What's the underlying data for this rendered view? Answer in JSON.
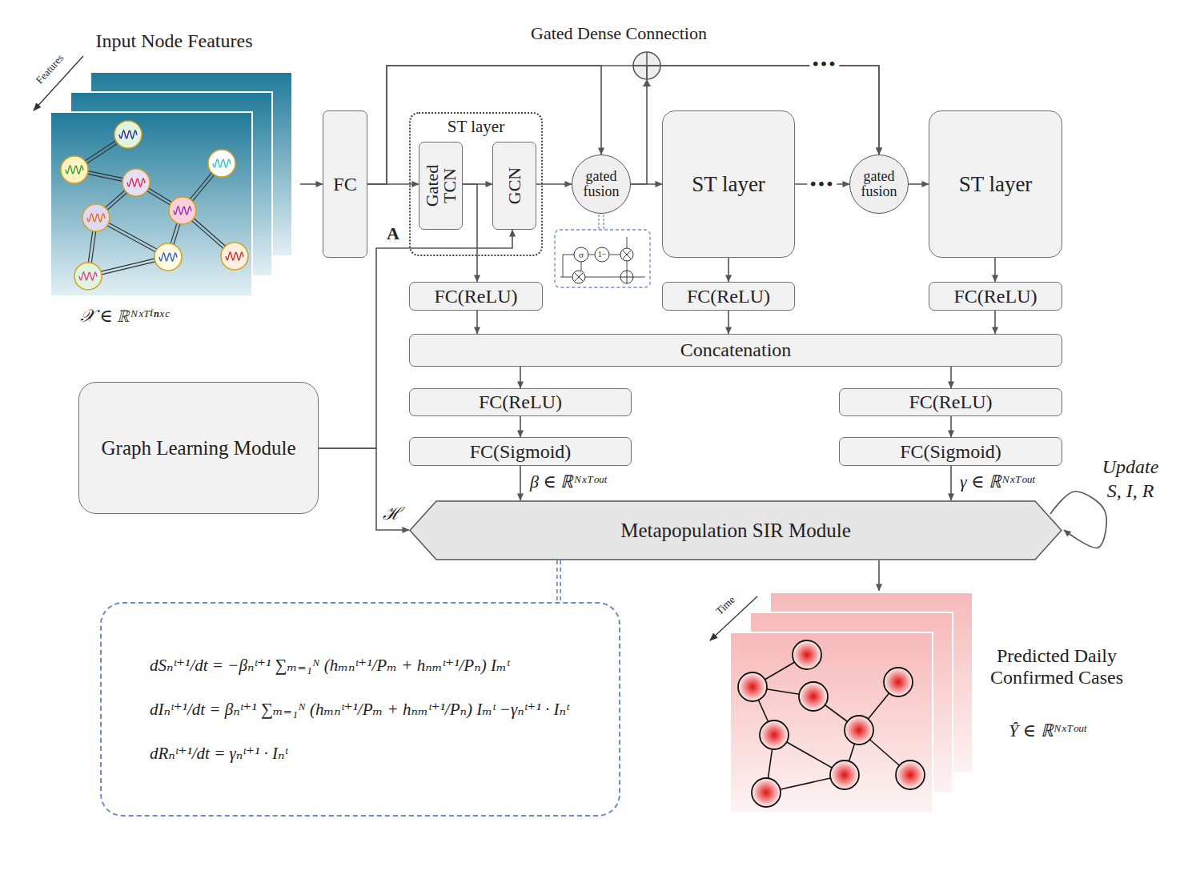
{
  "diagram": {
    "nodes": [
      {
        "text": [
          "Input Node Features",
          "𝒳 ∈ ℝᴺˣᵀⁱⁿˣᶜ"
        ]
      },
      {
        "text": [
          "FC"
        ]
      },
      {
        "text": [
          "ST layer"
        ]
      },
      {
        "text": [
          "Gated TCN"
        ],
        "in": 2
      },
      {
        "text": [
          "GCN"
        ],
        "in": 2
      },
      {
        "text": [
          "gated fusion"
        ]
      },
      {
        "text": [
          "ST layer"
        ]
      },
      {
        "text": [
          "gated fusion"
        ]
      },
      {
        "text": [
          "ST layer"
        ]
      },
      {
        "text": [
          "FC(ReLU)"
        ]
      },
      {
        "text": [
          "FC(ReLU)"
        ]
      },
      {
        "text": [
          "FC(ReLU)"
        ]
      },
      {
        "text": [
          "Concatenation"
        ]
      },
      {
        "text": [
          "FC(ReLU)"
        ]
      },
      {
        "text": [
          "FC(Sigmoid)"
        ]
      },
      {
        "text": [
          "FC(ReLU)"
        ]
      },
      {
        "text": [
          "FC(Sigmoid)"
        ]
      },
      {
        "text": [
          "Graph Learning Module"
        ]
      },
      {
        "text": [
          "Metapopulation SIR Module"
        ]
      },
      {
        "text": [
          "dSₙᵗ⁺¹/dt = −βₙᵗ⁺¹ ∑ₘ₌₁ᴺ (hₘₙᵗ⁺¹/Pₘ + hₙₘᵗ⁺¹/Pₙ) Iₘᵗ",
          "dIₙᵗ⁺¹/dt = βₙᵗ⁺¹ ∑ₘ₌₁ᴺ (hₘₙᵗ⁺¹/Pₘ + hₙₘᵗ⁺¹/Pₙ) Iₘᵗ −γₙᵗ⁺¹ · Iₙᵗ",
          "dRₙᵗ⁺¹/dt = γₙᵗ⁺¹ · Iₙᵗ"
        ]
      },
      {
        "text": [
          "Predicted Daily Confirmed Cases",
          "Ŷ ∈ ℝᴺˣᵀᵒᵘᵗ"
        ]
      }
    ],
    "edges": [
      {
        "from": 0,
        "to": 1,
        "arrow": "to"
      },
      {
        "from": 1,
        "to": 3,
        "arrow": "to"
      },
      {
        "from": 3,
        "to": 4,
        "arrow": "to"
      },
      {
        "from": 3,
        "to": 9,
        "arrow": "to"
      },
      {
        "from": 4,
        "to": 5,
        "arrow": "to"
      },
      {
        "from": 1,
        "to": 5,
        "arrow": "to"
      },
      {
        "from": 5,
        "to": 6,
        "arrow": "to"
      },
      {
        "from": 1,
        "to": 7,
        "arrow": "to",
        "label": "•••"
      },
      {
        "from": 5,
        "to": 7,
        "arrow": "to"
      },
      {
        "from": 6,
        "to": 7,
        "arrow": "to",
        "label": "•••"
      },
      {
        "from": 7,
        "to": 8,
        "arrow": "to"
      },
      {
        "from": 6,
        "to": 10,
        "arrow": "to"
      },
      {
        "from": 8,
        "to": 11,
        "arrow": "to"
      },
      {
        "from": 9,
        "to": 12,
        "arrow": "to"
      },
      {
        "from": 10,
        "to": 12,
        "arrow": "to"
      },
      {
        "from": 11,
        "to": 12,
        "arrow": "to"
      },
      {
        "from": 12,
        "to": 13,
        "arrow": "to"
      },
      {
        "from": 12,
        "to": 15,
        "arrow": "to"
      },
      {
        "from": 13,
        "to": 14,
        "arrow": "to"
      },
      {
        "from": 15,
        "to": 16,
        "arrow": "to"
      },
      {
        "from": 14,
        "to": 18,
        "arrow": "to",
        "label": "β ∈ ℝᴺˣᵀᵒᵘᵗ"
      },
      {
        "from": 16,
        "to": 18,
        "arrow": "to",
        "label": "γ ∈ ℝᴺˣᵀᵒᵘᵗ"
      },
      {
        "from": 17,
        "to": 4,
        "arrow": "to",
        "label": "A"
      },
      {
        "from": 17,
        "to": 18,
        "arrow": "to",
        "label": "ℋ"
      },
      {
        "from": 18,
        "to": 18,
        "arrow": "to",
        "label": "Update S, I, R"
      },
      {
        "from": 18,
        "to": 20,
        "arrow": "to"
      },
      {
        "from": 18,
        "to": 19,
        "arrow": "none"
      }
    ],
    "labels": [
      "Gated Dense Connection",
      "Features",
      "σ",
      "1−",
      "Time"
    ]
  }
}
